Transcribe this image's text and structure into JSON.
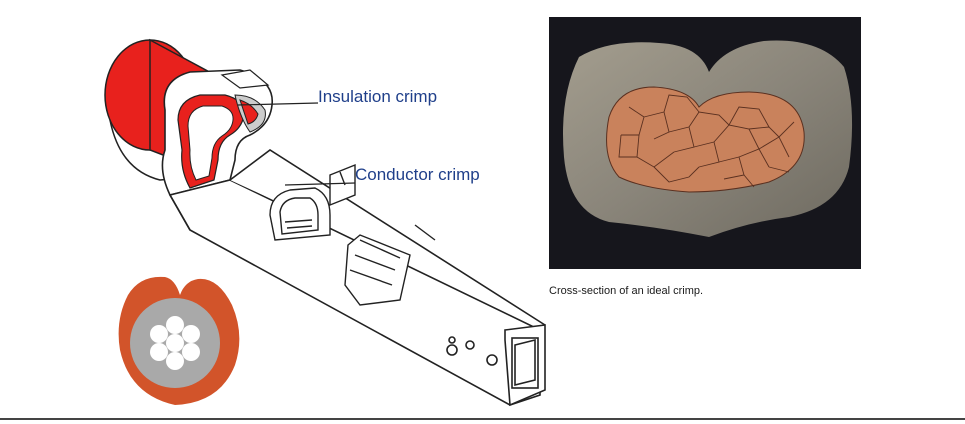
{
  "labels": {
    "insulation_crimp": "Insulation crimp",
    "conductor_crimp": "Conductor crimp"
  },
  "photo": {
    "caption": "Cross-section of an ideal crimp."
  },
  "colors": {
    "insulation": "#e8211d",
    "terminal_outline": "#222222",
    "label_text": "#1f3f8a",
    "cross_section_outer": "#d2542a",
    "cross_section_inner": "#a9a9a9",
    "strands": "#ffffff",
    "photo_metal": "#8f8a7e",
    "photo_copper": "#c9825c",
    "photo_background": "#16161c"
  },
  "icons": {
    "terminal_drawing": "crimp-terminal-icon",
    "cross_section_diagram": "wire-cross-section-icon",
    "crimp_photo": "crimp-photo-icon"
  }
}
